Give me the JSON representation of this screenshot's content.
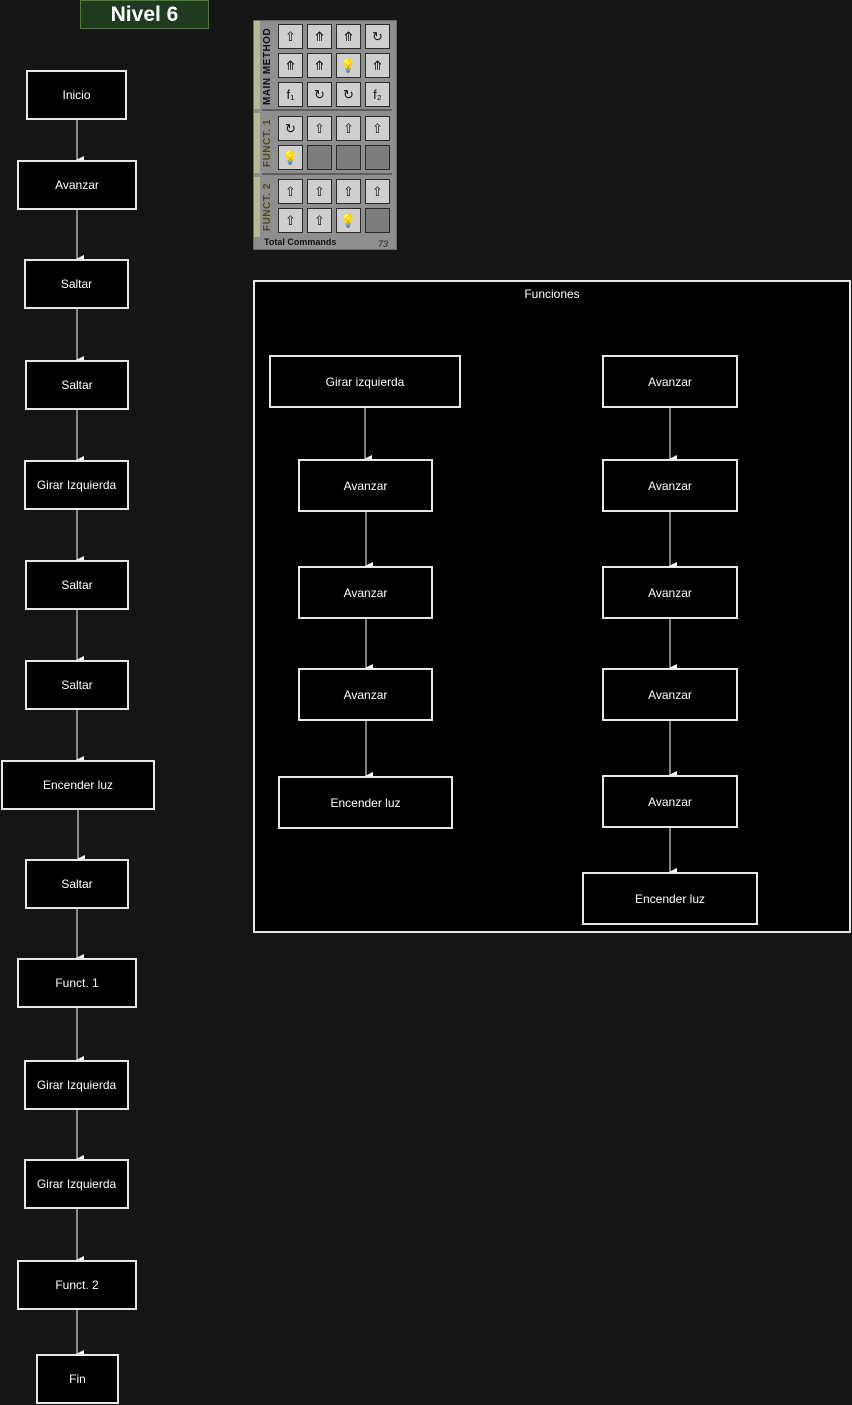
{
  "title": "Nivel 6",
  "main_flow": [
    "Inicio",
    "Avanzar",
    "Saltar",
    "Saltar",
    "Girar Izquierda",
    "Saltar",
    "Saltar",
    "Encender luz",
    "Saltar",
    "Funct. 1",
    "Girar Izquierda",
    "Girar Izquierda",
    "Funct. 2",
    "Fin"
  ],
  "functions": {
    "label": "Funciones",
    "funct1": [
      "Girar izquierda",
      "Avanzar",
      "Avanzar",
      "Avanzar",
      "Encender luz"
    ],
    "funct2": [
      "Avanzar",
      "Avanzar",
      "Avanzar",
      "Avanzar",
      "Avanzar",
      "Encender luz"
    ]
  },
  "panel": {
    "main_label": "MAIN METHOD",
    "f1_label": "FUNCT. 1",
    "f2_label": "FUNCT. 2",
    "total_label": "Total Commands",
    "total_value": "73",
    "main": [
      "forward-icon",
      "jump-icon",
      "jump-icon",
      "turn-right-icon",
      "jump-icon",
      "jump-icon",
      "light-bulb-icon",
      "jump-icon",
      "f1-icon",
      "turn-right-icon",
      "turn-right-icon",
      "f2-icon"
    ],
    "f1": [
      "turn-right-icon",
      "forward-icon",
      "forward-icon",
      "forward-icon",
      "light-bulb-icon",
      "empty",
      "empty",
      "empty"
    ],
    "f2": [
      "forward-icon",
      "forward-icon",
      "forward-icon",
      "forward-icon",
      "forward-icon",
      "forward-icon",
      "light-bulb-icon",
      "empty"
    ]
  }
}
